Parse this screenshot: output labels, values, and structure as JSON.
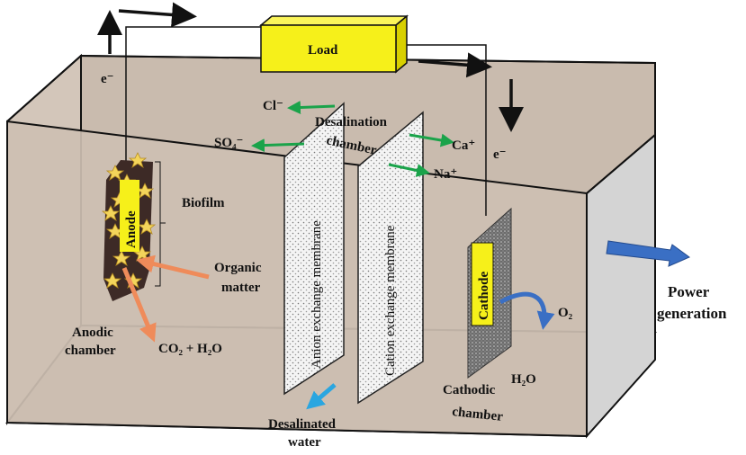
{
  "labels": {
    "load": "Load",
    "electron_left": "e⁻",
    "electron_right": "e⁻",
    "chloride": "Cl⁻",
    "sulfate": "SO₄⁻",
    "desalination_chamber_1": "Desalination",
    "desalination_chamber_2": "chamber",
    "calcium": "Ca⁺",
    "sodium": "Na⁺",
    "biofilm": "Biofilm",
    "anode": "Anode",
    "organic_matter_1": "Organic",
    "organic_matter_2": "matter",
    "anodic_chamber_1": "Anodic",
    "anodic_chamber_2": "chamber",
    "co2_h2o": "CO₂ + H₂O",
    "anion_membrane": "Anion exchange membrane",
    "cation_membrane": "Cation exchange membrane",
    "cathode": "Cathode",
    "oxygen": "O₂",
    "water": "H₂O",
    "cathodic_chamber_1": "Cathodic",
    "cathodic_chamber_2": "chamber",
    "desalinated_water_1": "Desalinated",
    "desalinated_water_2": "water",
    "power_generation_1": "Power",
    "power_generation_2": "generation"
  },
  "colors": {
    "tank_fill": "#cdbfb2",
    "tank_fill_dark": "#bfb0a2",
    "side_wall": "#d4d4d4",
    "load_fill": "#f6f01a",
    "ion_arrow": "#1aa34a",
    "organic_arrow": "#ef8b5a",
    "water_arrow": "#2aa6e0",
    "power_arrow": "#3a6fc4",
    "electrode_dark": "#3d2a26"
  }
}
